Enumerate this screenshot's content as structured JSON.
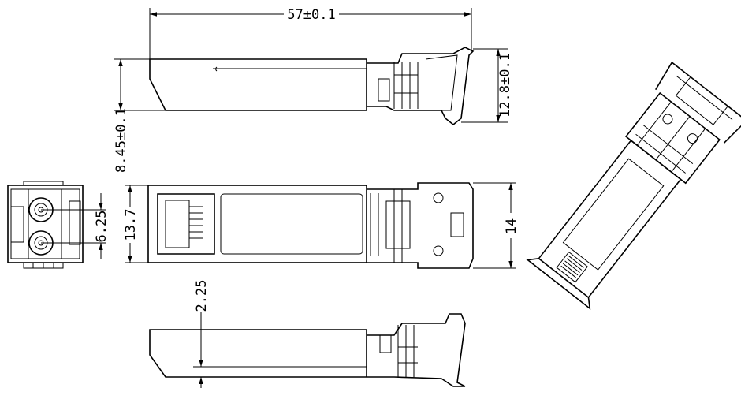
{
  "dimensions": {
    "length": "57±0.1",
    "height_with_latch": "12.8±0.1",
    "body_height": "8.45±0.1",
    "port_pitch": "6.25",
    "body_width": "13.7",
    "latch_width": "14",
    "offset": "2.25"
  },
  "colors": {
    "line": "#000000",
    "background": "#ffffff"
  }
}
